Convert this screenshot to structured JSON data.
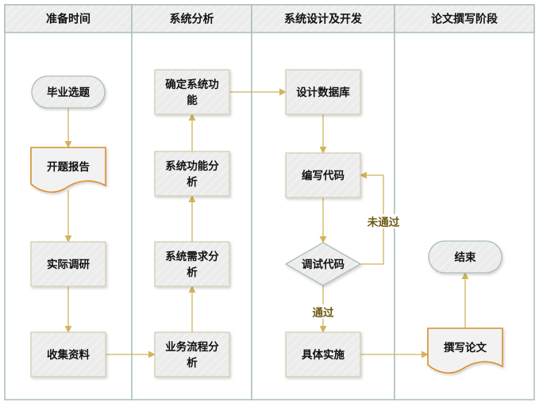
{
  "diagram": {
    "type": "swimlane-flowchart",
    "colors": {
      "lane_border": "#a9bfb8",
      "header_fill": "#ececec",
      "node_fill": "#ececec",
      "node_border": "#d5ccb0",
      "document_border": "#d8902e",
      "terminal_border": "#a9bfb8",
      "connector": "#d2b45a",
      "edge_label": "#6b5a10"
    },
    "lanes": [
      {
        "id": "prep",
        "title": "准备时间"
      },
      {
        "id": "analysis",
        "title": "系统分析"
      },
      {
        "id": "design",
        "title": "系统设计及开发"
      },
      {
        "id": "thesis",
        "title": "论文撰写阶段"
      }
    ],
    "nodes": [
      {
        "id": "n1",
        "lane": "prep",
        "shape": "terminal",
        "lines": [
          "毕业选题"
        ]
      },
      {
        "id": "n2",
        "lane": "prep",
        "shape": "document",
        "lines": [
          "开题报告"
        ]
      },
      {
        "id": "n3",
        "lane": "prep",
        "shape": "process",
        "lines": [
          "实际调研"
        ]
      },
      {
        "id": "n4",
        "lane": "prep",
        "shape": "process",
        "lines": [
          "收集资料"
        ]
      },
      {
        "id": "n5",
        "lane": "analysis",
        "shape": "process",
        "lines": [
          "业务流程分",
          "析"
        ]
      },
      {
        "id": "n6",
        "lane": "analysis",
        "shape": "process",
        "lines": [
          "系统需求分",
          "析"
        ]
      },
      {
        "id": "n7",
        "lane": "analysis",
        "shape": "process",
        "lines": [
          "系统功能分",
          "析"
        ]
      },
      {
        "id": "n8",
        "lane": "analysis",
        "shape": "process",
        "lines": [
          "确定系统功",
          "能"
        ]
      },
      {
        "id": "n9",
        "lane": "design",
        "shape": "process",
        "lines": [
          "设计数据库"
        ]
      },
      {
        "id": "n10",
        "lane": "design",
        "shape": "process",
        "lines": [
          "编写代码"
        ]
      },
      {
        "id": "n11",
        "lane": "design",
        "shape": "decision",
        "lines": [
          "调试代码"
        ]
      },
      {
        "id": "n12",
        "lane": "design",
        "shape": "process",
        "lines": [
          "具体实施"
        ]
      },
      {
        "id": "n13",
        "lane": "thesis",
        "shape": "document",
        "lines": [
          "撰写论文"
        ]
      },
      {
        "id": "n14",
        "lane": "thesis",
        "shape": "terminal",
        "lines": [
          "结束"
        ]
      }
    ],
    "edges": [
      {
        "from": "n1",
        "to": "n2",
        "label": ""
      },
      {
        "from": "n2",
        "to": "n3",
        "label": ""
      },
      {
        "from": "n3",
        "to": "n4",
        "label": ""
      },
      {
        "from": "n4",
        "to": "n5",
        "label": ""
      },
      {
        "from": "n5",
        "to": "n6",
        "label": ""
      },
      {
        "from": "n6",
        "to": "n7",
        "label": ""
      },
      {
        "from": "n7",
        "to": "n8",
        "label": ""
      },
      {
        "from": "n8",
        "to": "n9",
        "label": ""
      },
      {
        "from": "n9",
        "to": "n10",
        "label": ""
      },
      {
        "from": "n10",
        "to": "n11",
        "label": ""
      },
      {
        "from": "n11",
        "to": "n10",
        "label": "未通过"
      },
      {
        "from": "n11",
        "to": "n12",
        "label": "通过"
      },
      {
        "from": "n12",
        "to": "n13",
        "label": ""
      },
      {
        "from": "n13",
        "to": "n14",
        "label": ""
      }
    ]
  }
}
